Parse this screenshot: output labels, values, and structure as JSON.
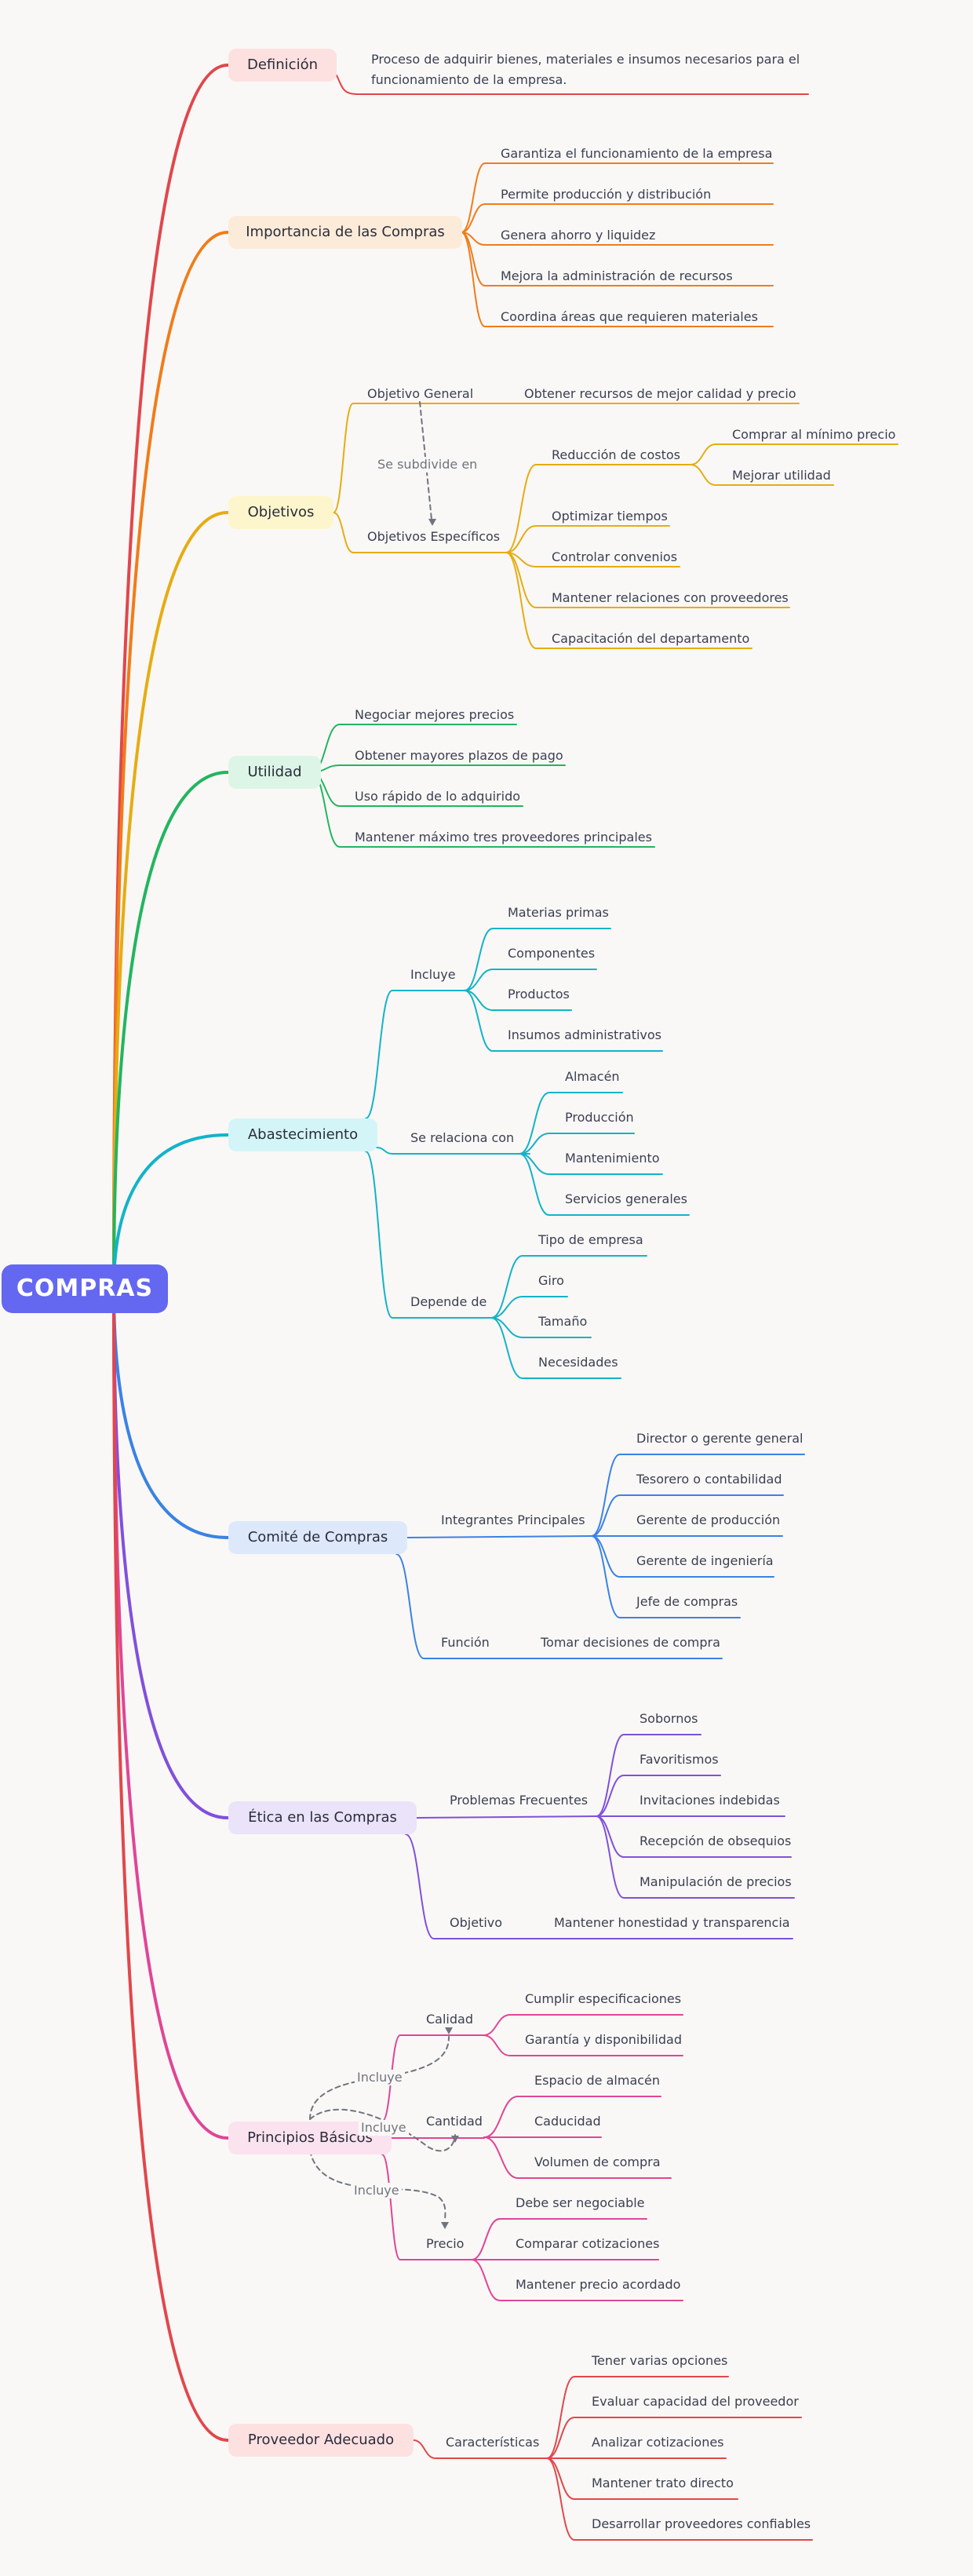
{
  "root": "COMPRAS",
  "definicion": {
    "label": "Definición",
    "text": "Proceso de adquirir bienes, materiales e insumos necesarios para el funcionamiento de la empresa."
  },
  "importancia": {
    "label": "Importancia de las Compras",
    "items": [
      "Garantiza el funcionamiento de la empresa",
      "Permite producción y distribución",
      "Genera ahorro y liquidez",
      "Mejora la administración de recursos",
      "Coordina áreas que requieren materiales"
    ]
  },
  "objetivos": {
    "label": "Objetivos",
    "general": "Objetivo General",
    "general_value": "Obtener recursos de mejor calidad y precio",
    "subdivide": "Se subdivide en",
    "especificos": "Objetivos Específicos",
    "reduccion": "Reducción de costos",
    "reduccion_items": [
      "Comprar al mínimo precio",
      "Mejorar utilidad"
    ],
    "items": [
      "Optimizar tiempos",
      "Controlar convenios",
      "Mantener relaciones con proveedores",
      "Capacitación del departamento"
    ]
  },
  "utilidad": {
    "label": "Utilidad",
    "items": [
      "Negociar mejores precios",
      "Obtener mayores plazos de pago",
      "Uso rápido de lo adquirido",
      "Mantener máximo tres proveedores principales"
    ]
  },
  "abastecimiento": {
    "label": "Abastecimiento",
    "incluye": "Incluye",
    "incluye_items": [
      "Materias primas",
      "Componentes",
      "Productos",
      "Insumos administrativos"
    ],
    "relaciona": "Se relaciona con",
    "relaciona_items": [
      "Almacén",
      "Producción",
      "Mantenimiento",
      "Servicios generales"
    ],
    "depende": "Depende de",
    "depende_items": [
      "Tipo de empresa",
      "Giro",
      "Tamaño",
      "Necesidades"
    ]
  },
  "comite": {
    "label": "Comité de Compras",
    "integrantes": "Integrantes Principales",
    "integrantes_items": [
      "Director o gerente general",
      "Tesorero o contabilidad",
      "Gerente de producción",
      "Gerente de ingeniería",
      "Jefe de compras"
    ],
    "funcion": "Función",
    "funcion_value": "Tomar decisiones de compra"
  },
  "etica": {
    "label": "Ética en las Compras",
    "problemas": "Problemas Frecuentes",
    "problemas_items": [
      "Sobornos",
      "Favoritismos",
      "Invitaciones indebidas",
      "Recepción de obsequios",
      "Manipulación de precios"
    ],
    "objetivo": "Objetivo",
    "objetivo_value": "Mantener honestidad y transparencia"
  },
  "principios": {
    "label": "Principios Básicos",
    "calidad": "Calidad",
    "calidad_items": [
      "Cumplir especificaciones",
      "Garantía y disponibilidad"
    ],
    "cantidad": "Cantidad",
    "cantidad_items": [
      "Espacio de almacén",
      "Caducidad",
      "Volumen de compra"
    ],
    "precio": "Precio",
    "precio_items": [
      "Debe ser negociable",
      "Comparar cotizaciones",
      "Mantener precio acordado"
    ],
    "incluye": "Incluye"
  },
  "proveedor": {
    "label": "Proveedor Adecuado",
    "caracteristicas": "Características",
    "items": [
      "Tener varias opciones",
      "Evaluar capacidad del proveedor",
      "Analizar cotizaciones",
      "Mantener trato directo",
      "Desarrollar proveedores confiables"
    ]
  },
  "colors": {
    "definicion": "#e0474c",
    "importancia": "#f07c1a",
    "objetivos": "#e6ac12",
    "utilidad": "#22b560",
    "abastecimiento": "#13b3c9",
    "comite": "#3a82e6",
    "etica": "#8050dd",
    "principios": "#e04596",
    "proveedor": "#e0474c",
    "root": "#6467f0"
  }
}
